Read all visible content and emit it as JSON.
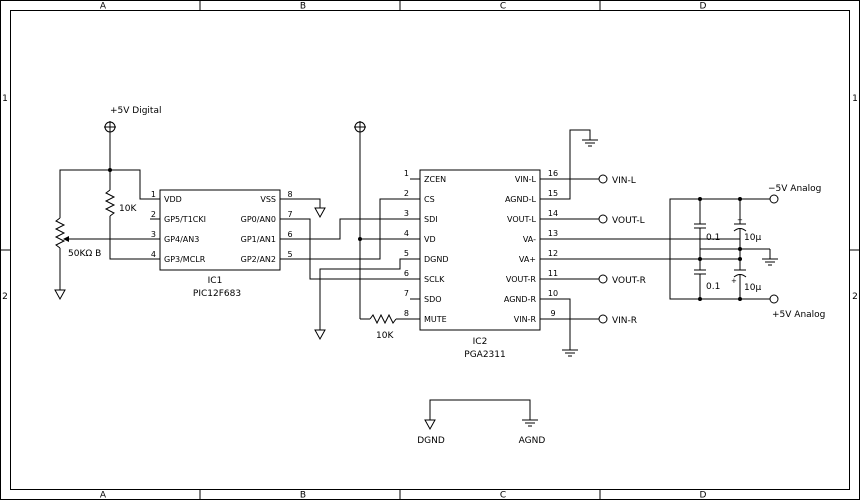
{
  "border": {
    "columns": [
      "A",
      "B",
      "C",
      "D"
    ],
    "rows": [
      "1",
      "2"
    ]
  },
  "ic1": {
    "ref": "IC1",
    "part": "PIC12F683",
    "left_pins": [
      {
        "num": "1",
        "name": "VDD"
      },
      {
        "num": "2",
        "name": "GP5/T1CKI"
      },
      {
        "num": "3",
        "name": "GP4/AN3"
      },
      {
        "num": "4",
        "name": "GP3/MCLR"
      }
    ],
    "right_pins": [
      {
        "num": "8",
        "name": "VSS"
      },
      {
        "num": "7",
        "name": "GP0/AN0"
      },
      {
        "num": "6",
        "name": "GP1/AN1"
      },
      {
        "num": "5",
        "name": "GP2/AN2"
      }
    ]
  },
  "ic2": {
    "ref": "IC2",
    "part": "PGA2311",
    "left_pins": [
      {
        "num": "1",
        "name": "ZCEN"
      },
      {
        "num": "2",
        "name": "CS"
      },
      {
        "num": "3",
        "name": "SDI"
      },
      {
        "num": "4",
        "name": "VD"
      },
      {
        "num": "5",
        "name": "DGND"
      },
      {
        "num": "6",
        "name": "SCLK"
      },
      {
        "num": "7",
        "name": "SDO"
      },
      {
        "num": "8",
        "name": "MUTE"
      }
    ],
    "right_pins": [
      {
        "num": "16",
        "name": "VIN-L"
      },
      {
        "num": "15",
        "name": "AGND-L"
      },
      {
        "num": "14",
        "name": "VOUT-L"
      },
      {
        "num": "13",
        "name": "VA-"
      },
      {
        "num": "12",
        "name": "VA+"
      },
      {
        "num": "11",
        "name": "VOUT-R"
      },
      {
        "num": "10",
        "name": "AGND-R"
      },
      {
        "num": "9",
        "name": "VIN-R"
      }
    ]
  },
  "labels": {
    "plus5_digital": "+5V Digital",
    "pullup": "10K",
    "pot": "50KΩ  B",
    "mute_res": "10K",
    "minus5_analog": "−5V Analog",
    "plus5_analog": "+5V Analog",
    "cap1": "0.1",
    "cap2": "10µ",
    "cap3": "0.1",
    "cap4": "10µ",
    "dgnd": "DGND",
    "agnd": "AGND"
  },
  "connectors": {
    "vin_l": "VIN-L",
    "vout_l": "VOUT-L",
    "vout_r": "VOUT-R",
    "vin_r": "VIN-R"
  }
}
